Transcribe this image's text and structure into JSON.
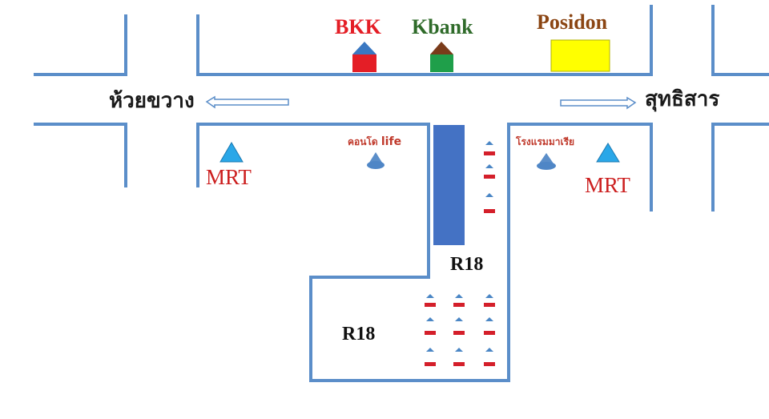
{
  "map": {
    "roads": {
      "west_label": "ห้วยขวาง",
      "east_label": "สุทธิสาร"
    },
    "landmarks": {
      "bkk": {
        "label": "BKK",
        "color": "#e41e26",
        "roof_color": "#3a78c2"
      },
      "kbank": {
        "label": "Kbank",
        "color": "#2f6b2a",
        "building_color": "#1f9f4a",
        "roof_color": "#7a3b1a"
      },
      "posidon": {
        "label": "Posidon",
        "color": "#8b4513",
        "building_color": "#ffff00"
      }
    },
    "pois": {
      "mrt_west": {
        "label": "MRT",
        "icon": "triangle-icon"
      },
      "mrt_east": {
        "label": "MRT",
        "icon": "triangle-icon"
      },
      "condo": {
        "label_th": "คอนโด",
        "label_en": "life",
        "icon": "cone-icon"
      },
      "hotel": {
        "label": "โรงแรมมาเรีย",
        "icon": "cone-icon"
      }
    },
    "parking": {
      "label_top": "R18",
      "label_bottom": "R18",
      "marker_color": "#d41f2a",
      "marker_triangle_color": "#4a86c5"
    },
    "colors": {
      "road_line": "#5b8ec9",
      "blue_block": "#4472c4",
      "mrt_triangle": "#2aa7e8"
    }
  }
}
